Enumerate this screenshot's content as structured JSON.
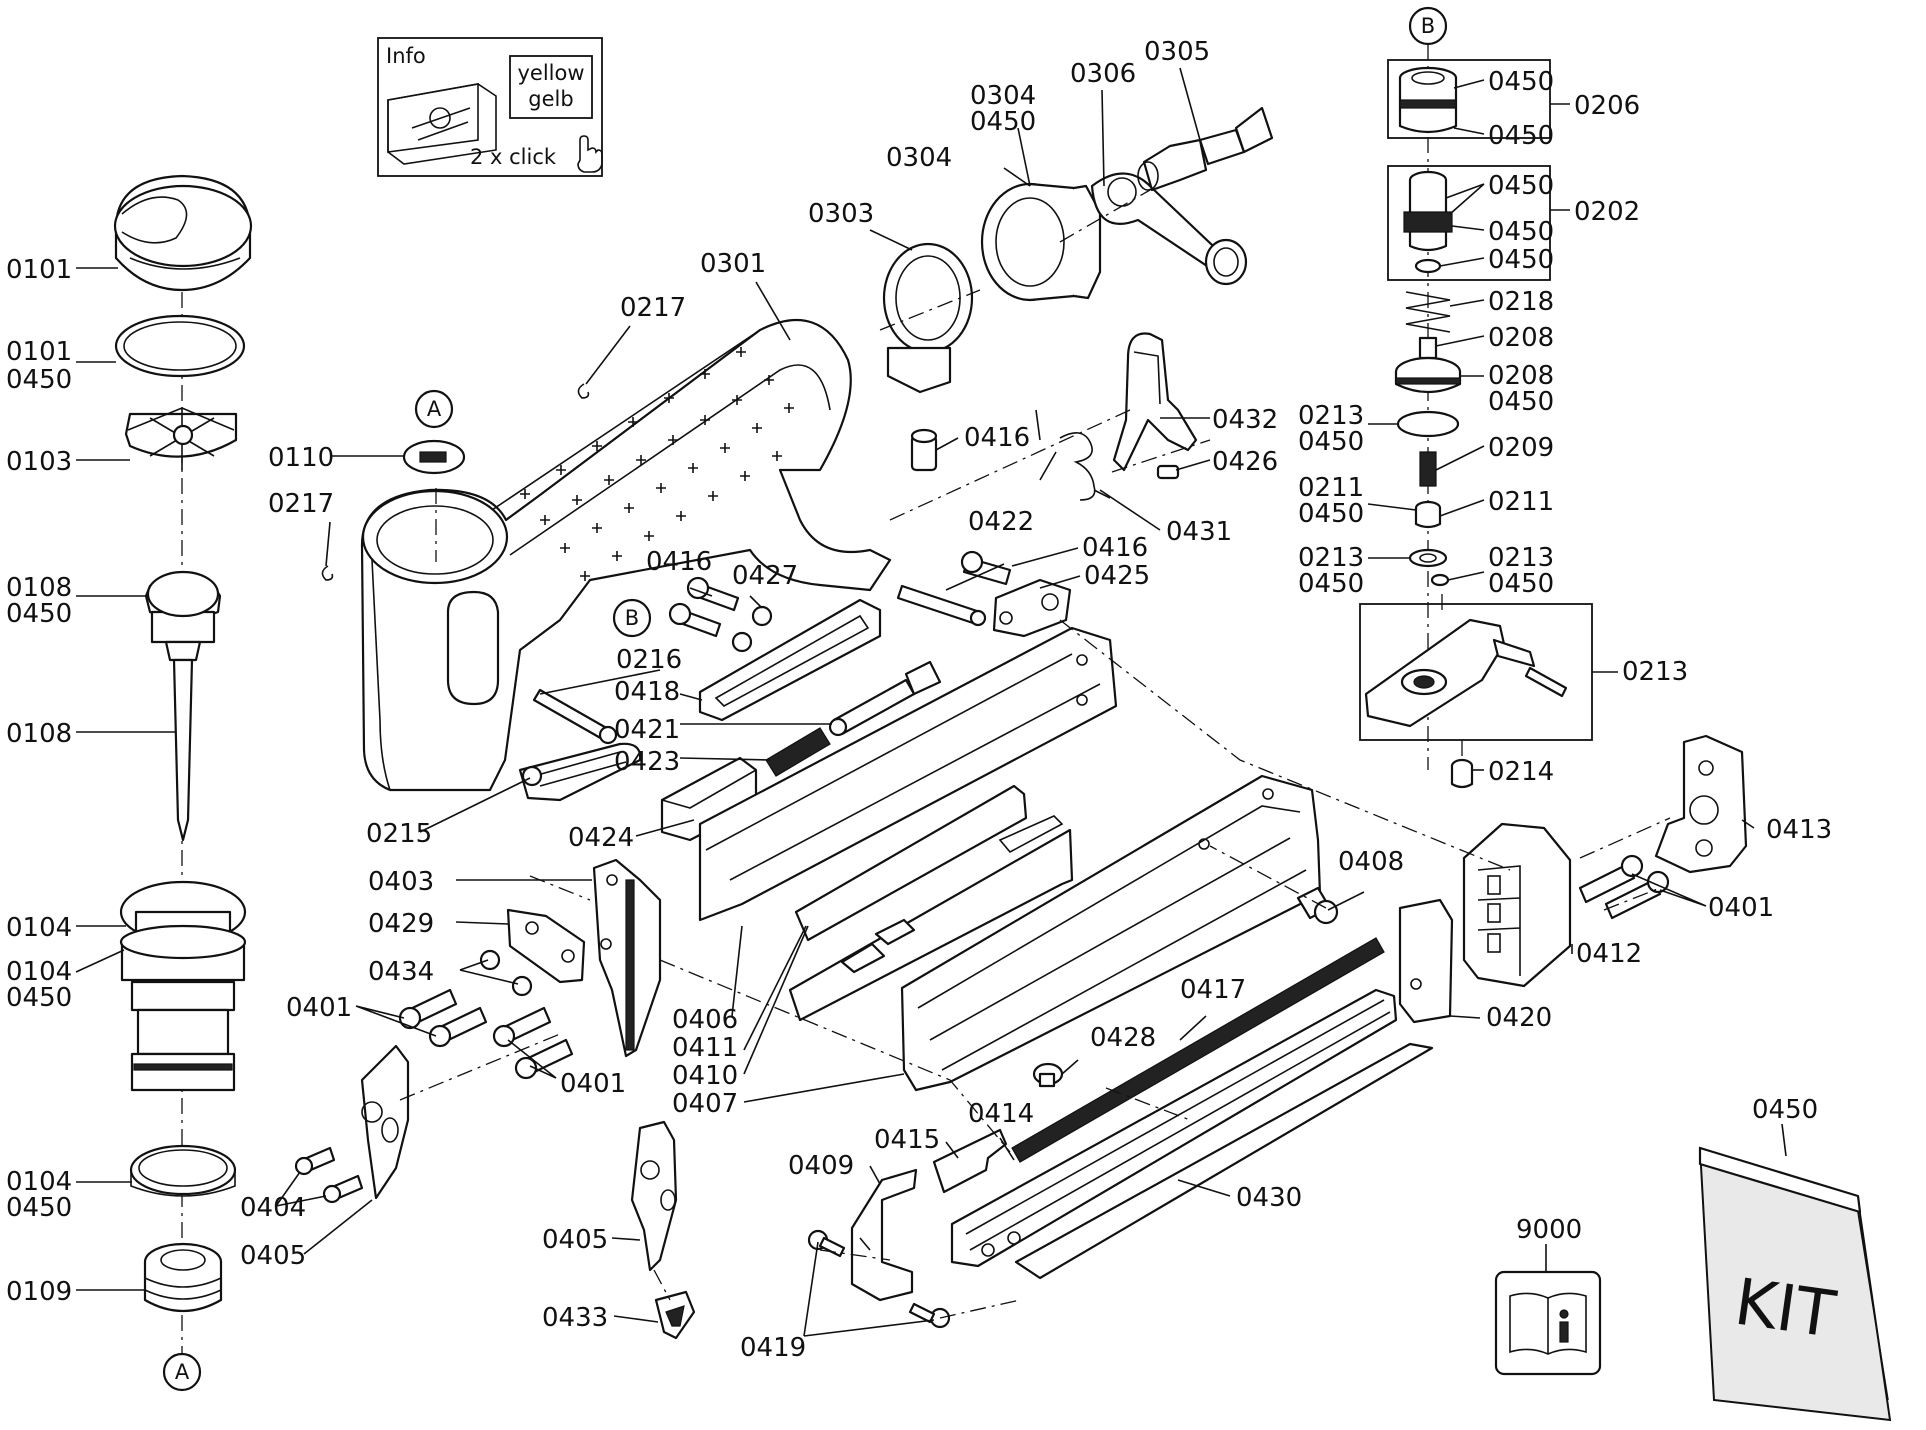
{
  "info_box": {
    "title": "Info",
    "color_line1": "yellow",
    "color_line2": "gelb",
    "hint": "2 x click"
  },
  "markers": {
    "a": "A",
    "b": "B"
  },
  "kit": {
    "label": "KIT"
  },
  "labels": {
    "l0101": "0101",
    "l0101_450_a": "0101",
    "l0101_450_b": "0450",
    "l0103": "0103",
    "l0108_450_a": "0108",
    "l0108_450_b": "0450",
    "l0108": "0108",
    "l0104": "0104",
    "l0104_450_a": "0104",
    "l0104_450_b": "0450",
    "l0104b_450_a": "0104",
    "l0104b_450_b": "0450",
    "l0109": "0109",
    "l0110": "0110",
    "l0217a": "0217",
    "l0217b": "0217",
    "l0301": "0301",
    "l0303": "0303",
    "l0304a": "0304",
    "l0304_450_a": "0304",
    "l0304_450_b": "0450",
    "l0305": "0305",
    "l0306": "0306",
    "l0216": "0216",
    "l0215": "0215",
    "l0416a": "0416",
    "l0416b": "0416",
    "l0416c": "0416",
    "l0427": "0427",
    "l0418": "0418",
    "l0421": "0421",
    "l0423": "0423",
    "l0424": "0424",
    "l0422": "0422",
    "l0425": "0425",
    "l0432": "0432",
    "l0426": "0426",
    "l0431": "0431",
    "l0403": "0403",
    "l0429": "0429",
    "l0434": "0434",
    "l0401a": "0401",
    "l0401b": "0401",
    "l0401c": "0401",
    "l0406": "0406",
    "l0411": "0411",
    "l0410": "0410",
    "l0407": "0407",
    "l0404": "0404",
    "l0405a": "0405",
    "l0405b": "0405",
    "l0433": "0433",
    "l0408": "0408",
    "l0417": "0417",
    "l0428": "0428",
    "l0412": "0412",
    "l0413": "0413",
    "l0420": "0420",
    "l0409": "0409",
    "l0415": "0415",
    "l0414": "0414",
    "l0430": "0430",
    "l0419": "0419",
    "l9000": "9000",
    "l0450_kit": "0450",
    "r0450_1": "0450",
    "r0450_2": "0450",
    "r0206": "0206",
    "r0450_3": "0450",
    "r0450_4": "0450",
    "r0450_5": "0450",
    "r0202": "0202",
    "r0218": "0218",
    "r0208a": "0208",
    "r0208b": "0208",
    "r0208b_450": "0450",
    "r0213a": "0213",
    "r0213a_450": "0450",
    "r0209": "0209",
    "r0211a": "0211",
    "r0211a_450": "0450",
    "r0211b": "0211",
    "r0213b": "0213",
    "r0213b_450": "0450",
    "r0213c": "0213",
    "r0213c_450": "0450",
    "r0213d": "0213",
    "r0214": "0214"
  }
}
